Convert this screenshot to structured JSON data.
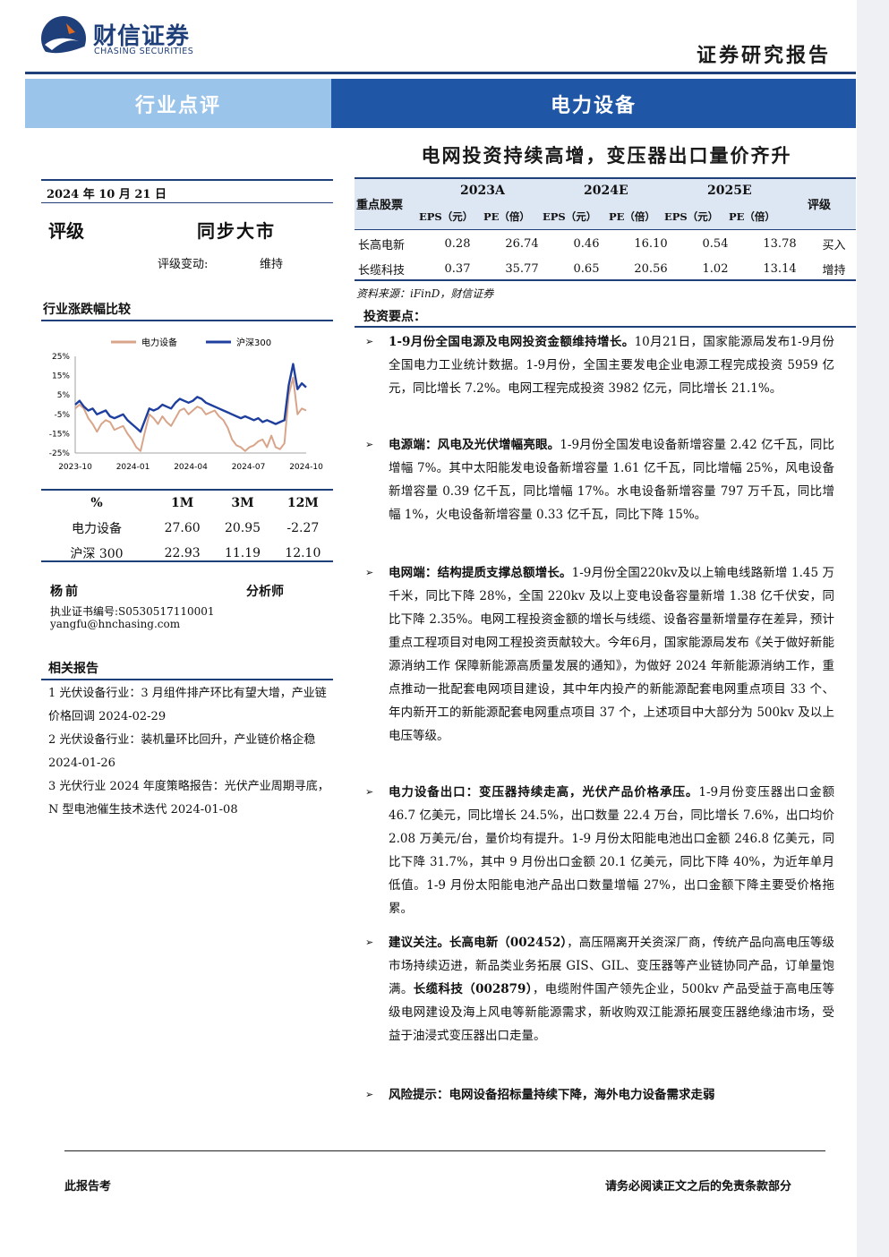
{
  "header": {
    "logo_cn": "财信证券",
    "logo_en": "CHASING SECURITIES",
    "doc_type": "证券研究报告"
  },
  "bars": {
    "left": "行业点评",
    "right": "电力设备"
  },
  "headline": "电网投资持续高增，变压器出口量价齐升",
  "date": "2024 年 10 月 21 日",
  "rating": {
    "label": "评级",
    "value": "同步大市",
    "change_label": "评级变动:",
    "change_value": "维持"
  },
  "stock_table": {
    "col_stock": "重点股票",
    "years": [
      "2023A",
      "2024E",
      "2025E"
    ],
    "sub": [
      "EPS（元）",
      "PE（倍）",
      "EPS（元）",
      "PE（倍）",
      "EPS（元）",
      "PE（倍）"
    ],
    "col_rating": "评级",
    "rows": [
      {
        "name": "长高电新",
        "vals": [
          "0.28",
          "26.74",
          "0.46",
          "16.10",
          "0.54",
          "13.78"
        ],
        "rating": "买入"
      },
      {
        "name": "长缆科技",
        "vals": [
          "0.37",
          "35.77",
          "0.65",
          "20.56",
          "1.02",
          "13.14"
        ],
        "rating": "增持"
      }
    ],
    "source": "资料来源：iFinD，财信证券"
  },
  "chart_section_title": "行业涨跌幅比较",
  "chart_data": {
    "type": "line",
    "series": [
      {
        "name": "电力设备",
        "color": "#d8a58a",
        "values": [
          -2,
          0,
          -2,
          -7,
          -10,
          -14,
          -10,
          -8,
          -9,
          -13,
          -12,
          -11,
          -15,
          -18,
          -22,
          -24,
          -14,
          -5,
          -7,
          -10,
          -6,
          -9,
          -11,
          -7,
          -3,
          -2,
          -5,
          -3,
          -1,
          -2,
          -5,
          -4,
          -3,
          -6,
          -8,
          -12,
          -18,
          -21,
          -22,
          -24,
          -22,
          -21,
          -19,
          -18,
          -22,
          -16,
          -22,
          -23,
          -20,
          5,
          14,
          -5,
          -2,
          -3
        ]
      },
      {
        "name": "沪深300",
        "color": "#1f3f9f",
        "values": [
          0,
          2,
          -1,
          -3,
          -2,
          -5,
          -4,
          -3,
          -6,
          -7,
          -6,
          -5,
          -8,
          -10,
          -12,
          -14,
          -8,
          -2,
          -3,
          -2,
          0,
          -1,
          -2,
          1,
          3,
          2,
          1,
          2,
          4,
          3,
          1,
          0,
          -1,
          -2,
          -3,
          -4,
          -5,
          -6,
          -7,
          -6,
          -7,
          -8,
          -7,
          -9,
          -8,
          -9,
          -10,
          -9,
          -8,
          10,
          21,
          8,
          11,
          9
        ]
      }
    ],
    "x_ticks": [
      "2023-10",
      "2024-01",
      "2024-04",
      "2024-07",
      "2024-10"
    ],
    "y_ticks": [
      "25%",
      "15%",
      "5%",
      "-5%",
      "-15%",
      "-25%"
    ],
    "ylim": [
      -25,
      25
    ]
  },
  "perf_table": {
    "headers": [
      "%",
      "1M",
      "3M",
      "12M"
    ],
    "rows": [
      [
        "电力设备",
        "27.60",
        "20.95",
        "-2.27"
      ],
      [
        "沪深 300",
        "22.93",
        "11.19",
        "12.10"
      ]
    ]
  },
  "analyst": {
    "name": "杨前",
    "role": "分析师",
    "cert": "执业证书编号:S0530517110001",
    "email": "yangfu@hnchasing.com"
  },
  "related": {
    "title": "相关报告",
    "items": [
      "1 光伏设备行业：3 月组件排产环比有望大增，产业链价格回调 2024-02-29",
      "2 光伏设备行业：装机量环比回升，产业链价格企稳 2024-01-26",
      "3 光伏行业 2024 年度策略报告：光伏产业周期寻底，N 型电池催生技术迭代 2024-01-08"
    ]
  },
  "key_points_title": "投资要点：",
  "bullets": [
    {
      "bold": "1-9月份全国电源及电网投资金额维持增长。",
      "text": "10月21日，国家能源局发布1-9月份全国电力工业统计数据。1-9月份，全国主要发电企业电源工程完成投资 5959 亿元，同比增长 7.2%。电网工程完成投资 3982 亿元，同比增长 21.1%。"
    },
    {
      "bold": "电源端：风电及光伏增幅亮眼。",
      "text": "1-9月份全国发电设备新增容量 2.42 亿千瓦，同比增幅 7%。其中太阳能发电设备新增容量 1.61 亿千瓦，同比增幅 25%，风电设备新增容量 0.39 亿千瓦，同比增幅 17%。水电设备新增容量 797 万千瓦，同比增幅 1%，火电设备新增容量 0.33 亿千瓦，同比下降 15%。"
    },
    {
      "bold": "电网端：结构提质支撑总额增长。",
      "text": "1-9月份全国220kv及以上输电线路新增 1.45 万千米，同比下降 28%，全国 220kv 及以上变电设备容量新增 1.38 亿千伏安，同比下降 2.35%。电网工程投资金额的增长与线缆、设备容量新增量存在差异，预计重点工程项目对电网工程投资贡献较大。今年6月，国家能源局发布《关于做好新能源消纳工作 保障新能源高质量发展的通知》，为做好 2024 年新能源消纳工作，重点推动一批配套电网项目建设，其中年内投产的新能源配套电网重点项目 33 个、年内新开工的新能源配套电网重点项目 37 个，上述项目中大部分为 500kv 及以上电压等级。"
    },
    {
      "bold": "电力设备出口：变压器持续走高，光伏产品价格承压。",
      "text": "1-9月份变压器出口金额 46.7 亿美元，同比增长 24.5%，出口数量 22.4 万台，同比增长 7.6%，出口均价 2.08 万美元/台，量价均有提升。1-9 月份太阳能电池出口金额 246.8 亿美元，同比下降 31.7%，其中 9 月份出口金额 20.1 亿美元，同比下降 40%，为近年单月低值。1-9 月份太阳能电池产品出口数量增幅 27%，出口金额下降主要受价格拖累。"
    },
    {
      "bold": "建议关注。长高电新（002452）",
      "text": "，高压隔离开关资深厂商，传统产品向高电压等级市场持续迈进，新品类业务拓展 GIS、GIL、变压器等产业链协同产品，订单量饱满。",
      "bold2": "长缆科技（002879）",
      "text2": "，电缆附件国产领先企业，500kv 产品受益于高电压等级电网建设及海上风电等新能源需求，新收购双江能源拓展变压器绝缘油市场，受益于油浸式变压器出口走量。"
    },
    {
      "bold": "风险提示：电网设备招标量持续下降，海外电力设备需求走弱",
      "text": ""
    }
  ],
  "footer": {
    "left": "此报告考",
    "right": "请务必阅读正文之后的免责条款部分"
  },
  "icons": {
    "bullet": "arrow-bullet-icon",
    "logo": "chasing-logo-icon"
  },
  "colors": {
    "navy": "#1f3f7a",
    "blue_bar": "#1f56a6",
    "light_bar": "#9bc4ea"
  }
}
